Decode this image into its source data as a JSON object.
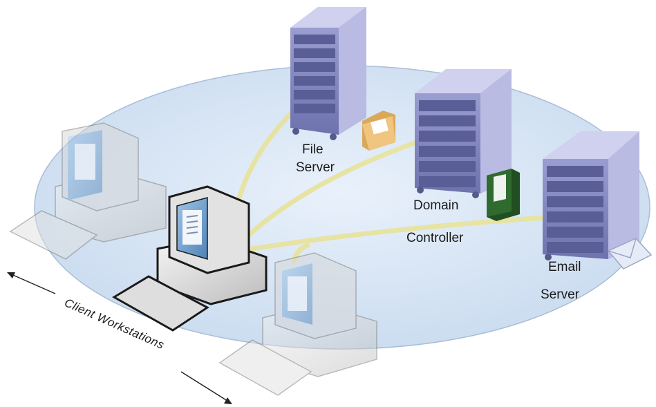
{
  "labels": {
    "file_server": [
      "File",
      "Server"
    ],
    "domain_controller": [
      "Domain",
      "Controller"
    ],
    "email_server": [
      "Email",
      "Server"
    ],
    "client_workstations": "Client Workstations"
  },
  "colors": {
    "network_ellipse": "#d9e6f5",
    "link": "#e8e39a",
    "server_body": "#7c7fb8",
    "server_side": "#a6a9d6",
    "monitor_screen": "#7fa9cf",
    "folder": "#e7b96a",
    "binder": "#2f6b2e",
    "envelope": "#e6ecf7"
  },
  "icons": [
    "server-icon",
    "folder-icon",
    "binder-icon",
    "envelope-icon",
    "workstation-icon",
    "keyboard-icon",
    "arrow-icon"
  ]
}
